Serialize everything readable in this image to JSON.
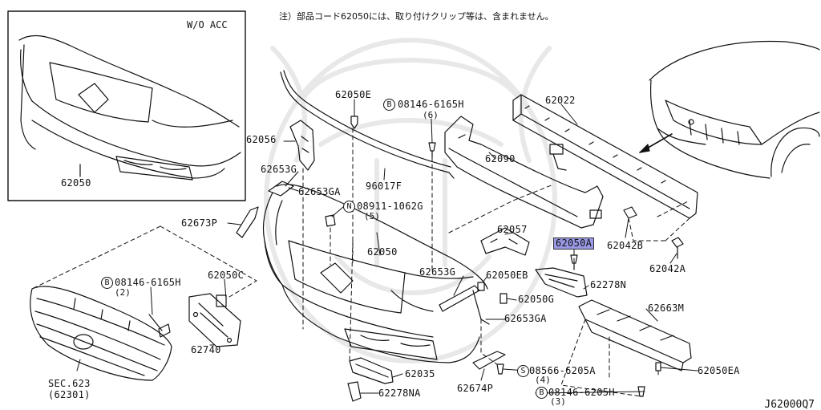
{
  "note": "注）部品コード62050には、取り付けクリップ等は、含まれません。",
  "diagram_code": "J62000Q7",
  "inset": {
    "caption": "W/O ACC",
    "part": "62050"
  },
  "parts": {
    "p62050E": "62050E",
    "p62056": "62056",
    "p62653G_top": "62653G",
    "p62653GA_top": "62653GA",
    "p96017F": "96017F",
    "p08146_6165H_top": "08146-6165H",
    "p08146_6165H_top_qty": "(6)",
    "p62022": "62022",
    "p62090": "62090",
    "p08911_1062G": "08911-1062G",
    "p08911_1062G_qty": "(5)",
    "p62673P": "62673P",
    "p62050_main": "62050",
    "p62057": "62057",
    "p62050A": "62050A",
    "p62042B": "62042B",
    "p62042A": "62042A",
    "p62050C": "62050C",
    "p08146_6165H_left": "08146-6165H",
    "p08146_6165H_left_qty": "(2)",
    "p62653G_mid": "62653G",
    "p62050EB": "62050EB",
    "p62278N": "62278N",
    "p62050G": "62050G",
    "p62653GA_mid": "62653GA",
    "p62663M": "62663M",
    "p62740": "62740",
    "p62035": "62035",
    "p08566_6205A": "08566-6205A",
    "p08566_6205A_qty": "(4)",
    "p62050EA": "62050EA",
    "p62278NA": "62278NA",
    "p62674P": "62674P",
    "p08146_6205H": "08146-6205H",
    "p08146_6205H_qty": "(3)",
    "sec_label": "SEC.623",
    "sec_sub": "(62301)"
  },
  "prefix": {
    "bolt": "B",
    "nut": "N",
    "screw": "S"
  },
  "colors": {
    "line": "#111111",
    "highlight": "#9999e6",
    "watermark": "#e6e6e6"
  }
}
